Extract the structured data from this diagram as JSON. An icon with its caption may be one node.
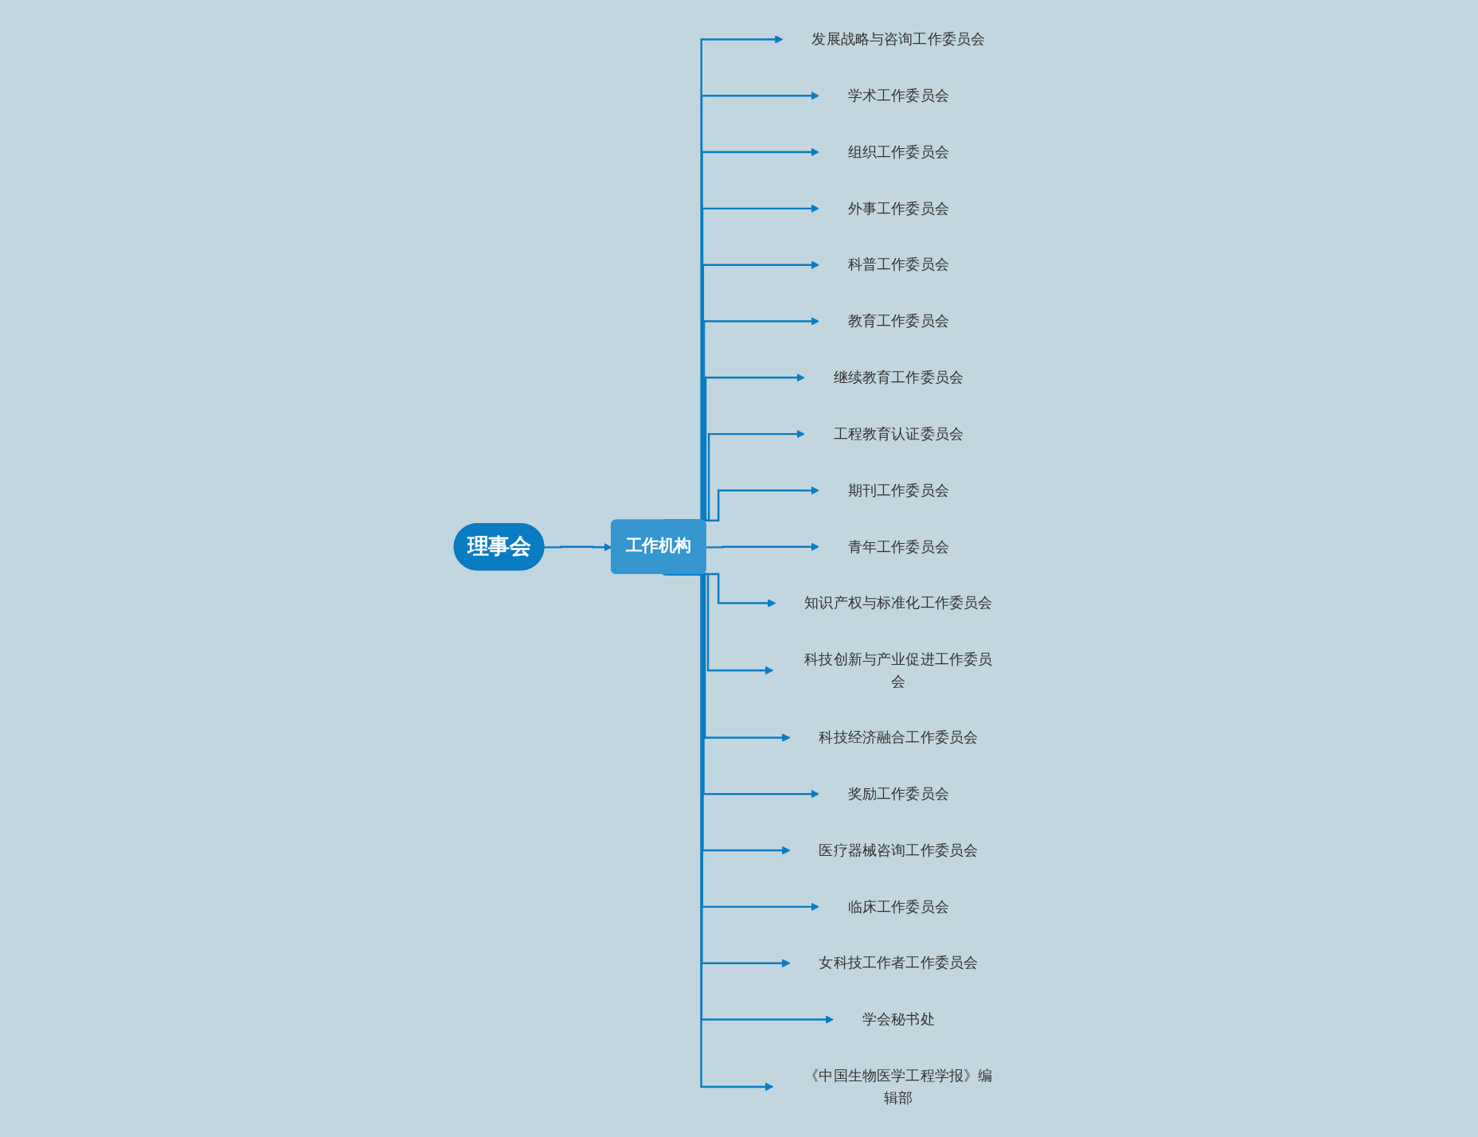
{
  "diagram": {
    "nodes": [
      {
        "text": [
          "理事会"
        ]
      },
      {
        "text": [
          "工作机构"
        ]
      },
      {
        "text": [
          "发展战略与咨询工作委员会"
        ]
      },
      {
        "text": [
          "学术工作委员会"
        ]
      },
      {
        "text": [
          "组织工作委员会"
        ]
      },
      {
        "text": [
          "外事工作委员会"
        ]
      },
      {
        "text": [
          "科普工作委员会"
        ]
      },
      {
        "text": [
          "教育工作委员会"
        ]
      },
      {
        "text": [
          "继续教育工作委员会"
        ]
      },
      {
        "text": [
          "工程教育认证委员会"
        ]
      },
      {
        "text": [
          "期刊工作委员会"
        ]
      },
      {
        "text": [
          "青年工作委员会"
        ]
      },
      {
        "text": [
          "知识产权与标准化工作委员会"
        ]
      },
      {
        "text": [
          "科技创新与产业促进工作委员会"
        ]
      },
      {
        "text": [
          "科技经济融合工作委员会"
        ]
      },
      {
        "text": [
          "奖励工作委员会"
        ]
      },
      {
        "text": [
          "医疗器械咨询工作委员会"
        ]
      },
      {
        "text": [
          "临床工作委员会"
        ]
      },
      {
        "text": [
          "女科技工作者工作委员会"
        ]
      },
      {
        "text": [
          "学会秘书处"
        ]
      },
      {
        "text": [
          "《中国生物医学工程学报》编辑部"
        ]
      }
    ],
    "edges": [
      {
        "from": 0,
        "to": 1,
        "arrow": "to"
      },
      {
        "from": 1,
        "to": 2,
        "arrow": "to"
      },
      {
        "from": 1,
        "to": 3,
        "arrow": "to"
      },
      {
        "from": 1,
        "to": 4,
        "arrow": "to"
      },
      {
        "from": 1,
        "to": 5,
        "arrow": "to"
      },
      {
        "from": 1,
        "to": 6,
        "arrow": "to"
      },
      {
        "from": 1,
        "to": 7,
        "arrow": "to"
      },
      {
        "from": 1,
        "to": 8,
        "arrow": "to"
      },
      {
        "from": 1,
        "to": 9,
        "arrow": "to"
      },
      {
        "from": 1,
        "to": 10,
        "arrow": "to"
      },
      {
        "from": 1,
        "to": 11,
        "arrow": "to"
      },
      {
        "from": 1,
        "to": 12,
        "arrow": "to"
      },
      {
        "from": 1,
        "to": 13,
        "arrow": "to"
      },
      {
        "from": 1,
        "to": 14,
        "arrow": "to"
      },
      {
        "from": 1,
        "to": 15,
        "arrow": "to"
      },
      {
        "from": 1,
        "to": 16,
        "arrow": "to"
      },
      {
        "from": 1,
        "to": 17,
        "arrow": "to"
      },
      {
        "from": 1,
        "to": 18,
        "arrow": "to"
      },
      {
        "from": 1,
        "to": 19,
        "arrow": "to"
      },
      {
        "from": 1,
        "to": 20,
        "arrow": "to"
      }
    ]
  }
}
